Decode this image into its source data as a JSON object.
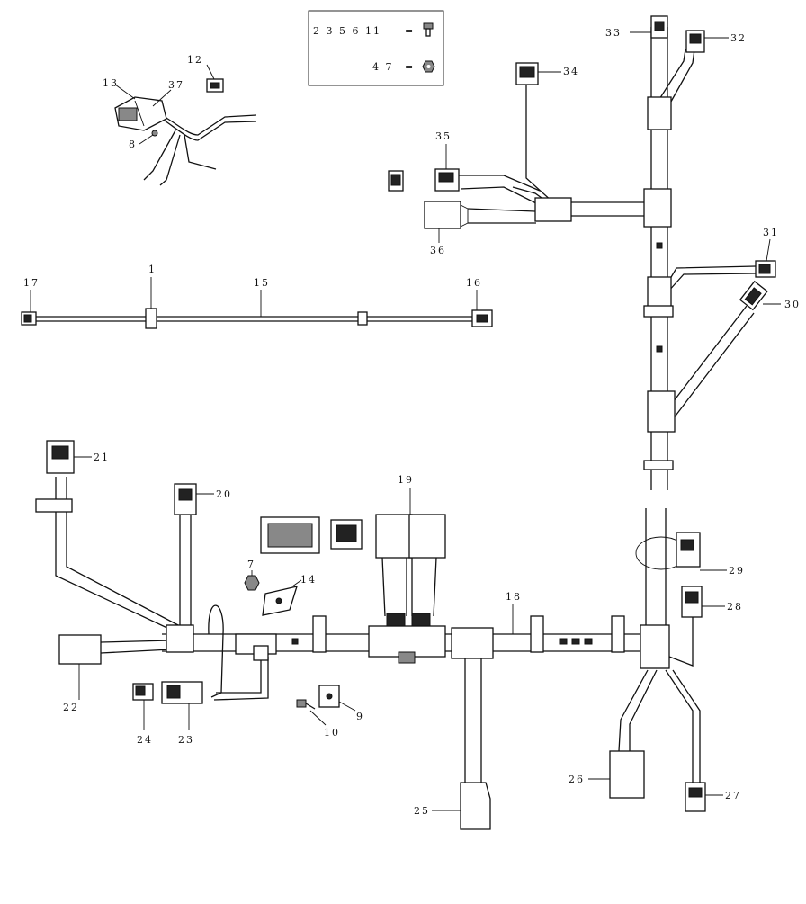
{
  "legend": {
    "row1_numbers": "2 3 5 6 11",
    "row2_numbers": "4 7",
    "equals": "=",
    "row1_icon": "bolt-icon",
    "row2_icon": "nut-icon"
  },
  "callouts": {
    "c1": "1",
    "c7": "7",
    "c8": "8",
    "c9": "9",
    "c10": "10",
    "c12": "12",
    "c13": "13",
    "c14": "14",
    "c15": "15",
    "c16": "16",
    "c17": "17",
    "c18": "18",
    "c19": "19",
    "c20": "20",
    "c21": "21",
    "c22": "22",
    "c23": "23",
    "c24": "24",
    "c25": "25",
    "c26": "26",
    "c27": "27",
    "c28": "28",
    "c29": "29",
    "c30": "30",
    "c31": "31",
    "c32": "32",
    "c33": "33",
    "c34": "34",
    "c35": "35",
    "c36": "36",
    "c37": "37"
  }
}
